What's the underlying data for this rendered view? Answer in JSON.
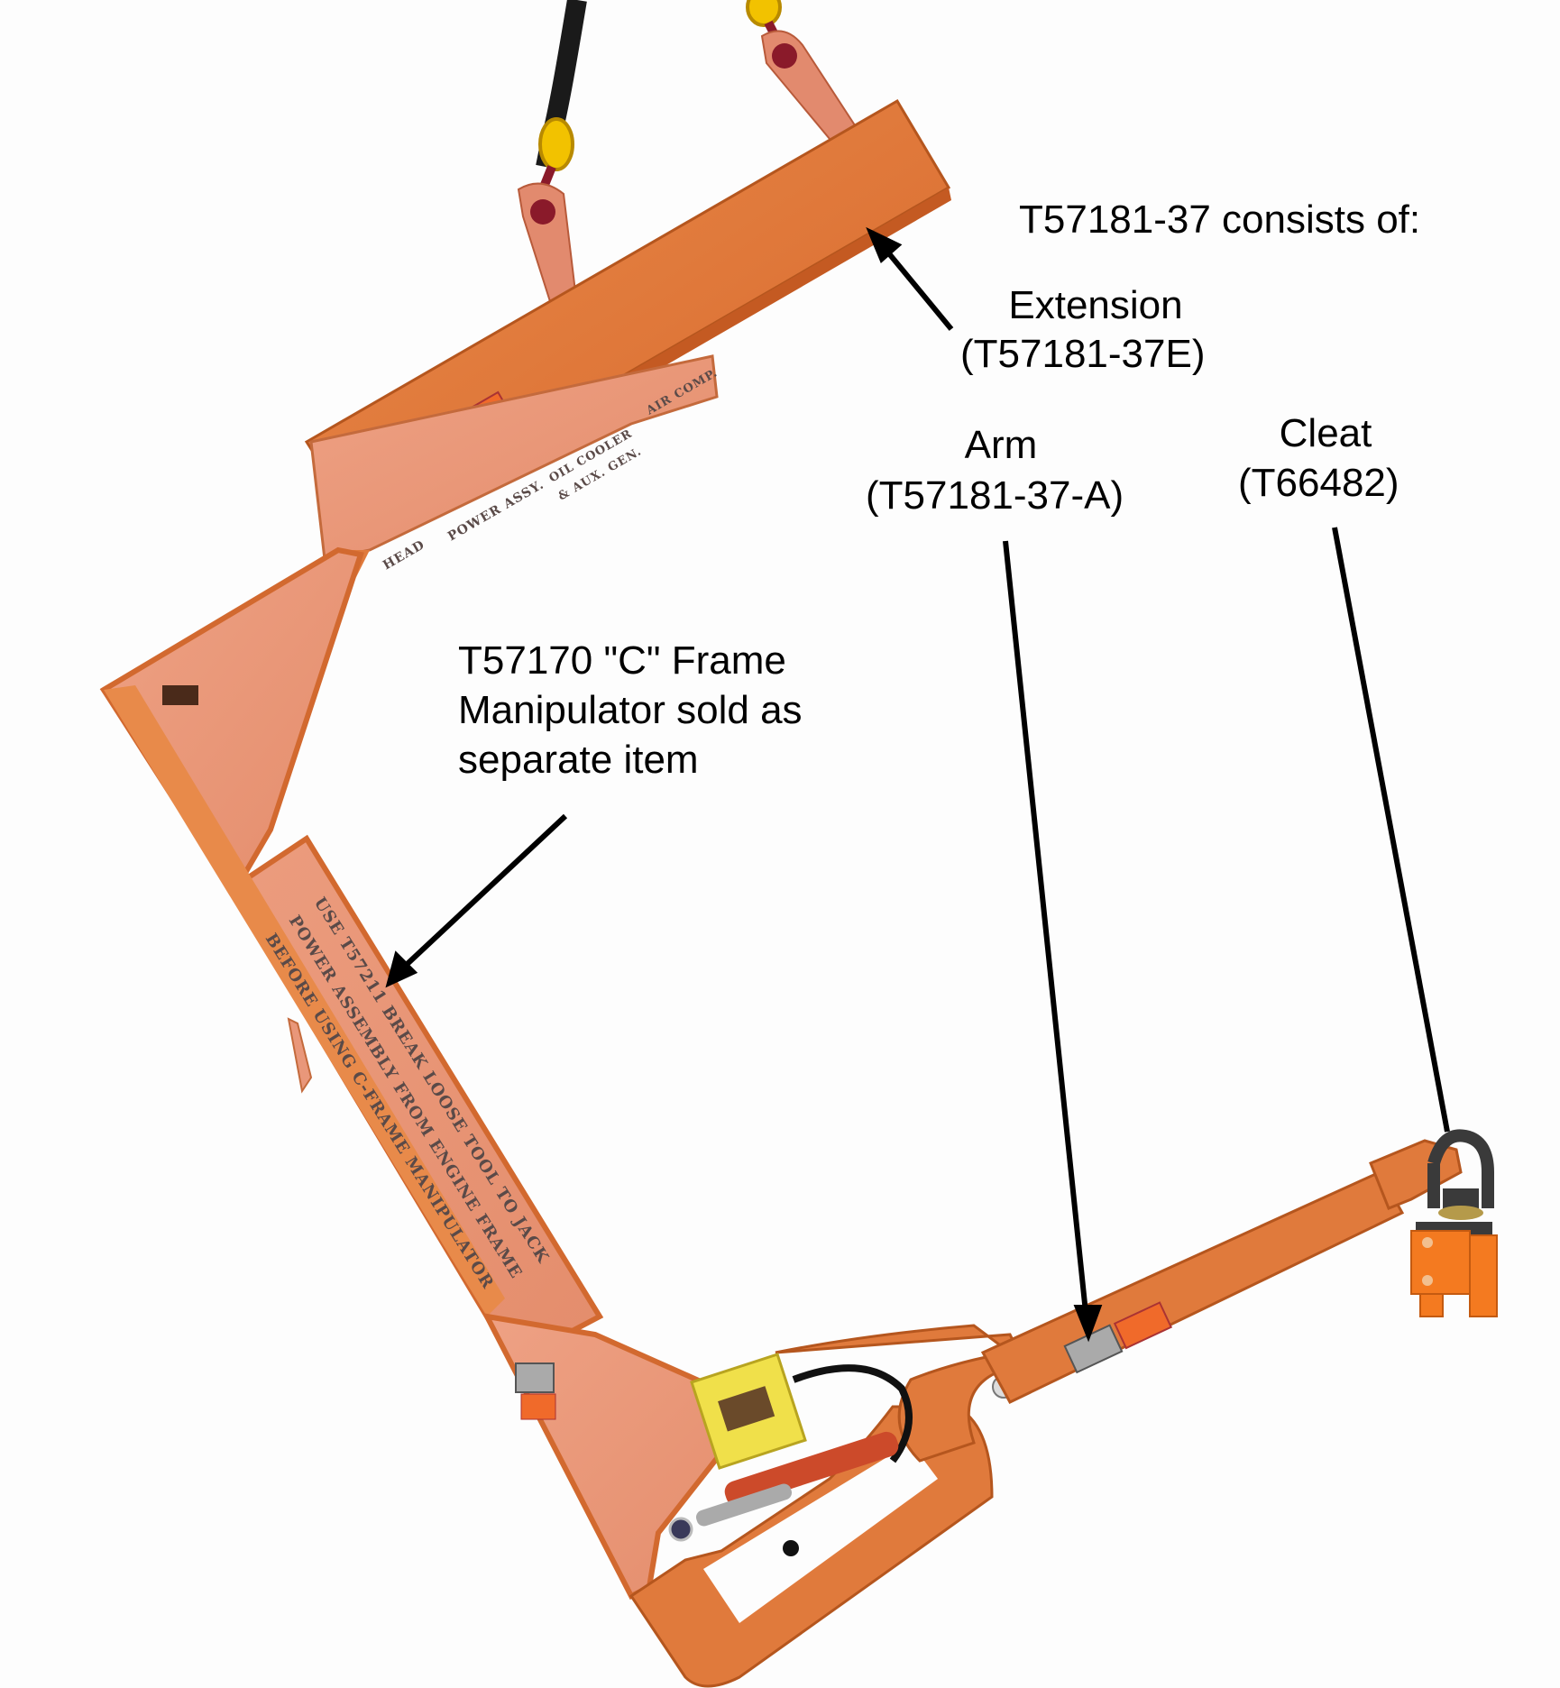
{
  "diagram": {
    "title": "T57181-37 consists of:",
    "components": [
      {
        "name": "Extension",
        "part_number": "(T57181-37E)"
      },
      {
        "name": "Arm",
        "part_number": "(T57181-37-A)"
      },
      {
        "name": "Cleat",
        "part_number": "(T66482)"
      }
    ],
    "separate_item_note": {
      "line1": "T57170 \"C\" Frame",
      "line2": "Manipulator sold as",
      "line3": "separate item"
    },
    "stenciled_text": {
      "frame_line1": "USE T57211 BREAK LOOSE TOOL TO JACK",
      "frame_line2": "POWER ASSEMBLY FROM ENGINE FRAME",
      "frame_line3": "BEFORE USING C-FRAME MANIPULATOR",
      "position_head": "HEAD",
      "position_power": "POWER ASSY.",
      "position_oil1": "OIL COOLER",
      "position_oil2": "& AUX. GEN.",
      "position_air": "AIR COMP."
    },
    "colors": {
      "frame_orange": "#e07a3c",
      "frame_light": "#e9977a",
      "chain_red": "#8a1a2a",
      "shackle_yellow": "#f2c200",
      "pump_yellow": "#f0e04a",
      "cleat_orange": "#f47a20",
      "arrow_black": "#000000"
    }
  }
}
